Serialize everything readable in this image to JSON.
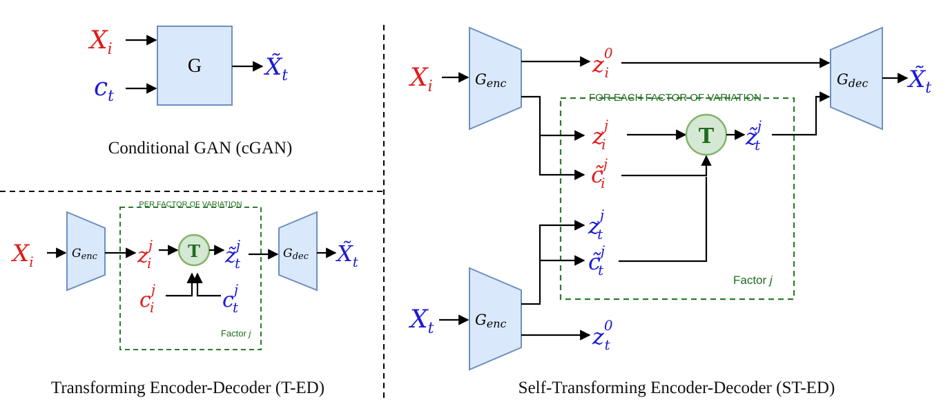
{
  "colors": {
    "source": "#e01b1b",
    "target": "#1a1ad6",
    "box_fill": "#dae8fc",
    "box_stroke": "#6c8ebf",
    "t_fill": "#d5e8d4",
    "t_stroke": "#82b366",
    "t_text": "#1f6b1f",
    "factor_text": "#1f6b1f"
  },
  "cgan": {
    "caption": "Conditional GAN (cGAN)",
    "box_label": "G",
    "in_x": "X",
    "in_x_sub": "i",
    "in_c": "c",
    "in_c_sub": "t",
    "out": "X̃",
    "out_sub": "t"
  },
  "ted": {
    "caption": "Transforming Encoder-Decoder (T-ED)",
    "group_label": "PER FACTOR OF VARIATION",
    "factor_label": "Factor ",
    "factor_j": "j",
    "enc_label": "G",
    "enc_sub": "enc",
    "dec_label": "G",
    "dec_sub": "dec",
    "t_label": "T",
    "in_x": "X",
    "in_x_sub": "i",
    "z_in": "z",
    "z_in_sub": "i",
    "z_in_sup": "j",
    "z_out": "z̃",
    "z_out_sub": "t",
    "z_out_sup": "j",
    "c_in": "c",
    "c_in_sub": "i",
    "c_in_sup": "j",
    "c_out": "c",
    "c_out_sub": "t",
    "c_out_sup": "j",
    "out": "X̃",
    "out_sub": "t"
  },
  "sted": {
    "caption": "Self-Transforming Encoder-Decoder (ST-ED)",
    "group_label": "FOR EACH FACTOR OF VARIATION",
    "factor_label": "Factor ",
    "factor_j": "j",
    "enc_label": "G",
    "enc_sub": "enc",
    "dec_label": "G",
    "dec_sub": "dec",
    "t_label": "T",
    "in_xi": "X",
    "in_xi_sub": "i",
    "in_xt": "X",
    "in_xt_sub": "t",
    "zi0": "z",
    "zi0_sub": "i",
    "zi0_sup": "0",
    "zij": "z",
    "zij_sub": "i",
    "zij_sup": "j",
    "cij": "c̃",
    "cij_sub": "i",
    "cij_sup": "j",
    "ztj": "z",
    "ztj_sub": "t",
    "ztj_sup": "j",
    "ctj": "c̃",
    "ctj_sub": "t",
    "ctj_sup": "j",
    "zt0": "z",
    "zt0_sub": "t",
    "zt0_sup": "0",
    "ztilde": "z̃",
    "ztilde_sub": "t",
    "ztilde_sup": "j",
    "out": "X̃",
    "out_sub": "t"
  }
}
